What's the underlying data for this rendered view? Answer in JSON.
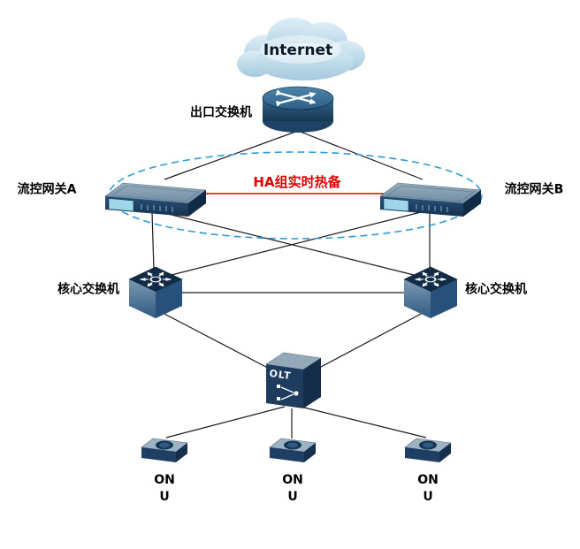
{
  "diagram_title": "network-topology",
  "nodes": {
    "internet": {
      "label": "Internet",
      "type": "cloud"
    },
    "exit_switch": {
      "label": "出口交换机",
      "type": "router"
    },
    "gateway_a": {
      "label": "流控网关A",
      "type": "flow-control-gateway"
    },
    "gateway_b": {
      "label": "流控网关B",
      "type": "flow-control-gateway"
    },
    "core_switch_left": {
      "label": "核心交换机",
      "type": "core-switch"
    },
    "core_switch_right": {
      "label": "核心交换机",
      "type": "core-switch"
    },
    "olt": {
      "label": "OLT",
      "type": "olt"
    },
    "onu_1": {
      "label": "ON\nU",
      "type": "onu"
    },
    "onu_2": {
      "label": "ON\nU",
      "type": "onu"
    },
    "onu_3": {
      "label": "ON\nU",
      "type": "onu"
    }
  },
  "annotations": {
    "ha_link": {
      "label": "HA组实时热备",
      "color": "#e60000"
    },
    "ha_group": {
      "shape": "dashed-ellipse",
      "color": "#2e9bd6"
    }
  },
  "edges": [
    {
      "from": "exit_switch",
      "to": "gateway_a"
    },
    {
      "from": "exit_switch",
      "to": "gateway_b"
    },
    {
      "from": "gateway_a",
      "to": "core_switch_left"
    },
    {
      "from": "gateway_a",
      "to": "core_switch_right"
    },
    {
      "from": "gateway_b",
      "to": "core_switch_right"
    },
    {
      "from": "gateway_b",
      "to": "core_switch_left"
    },
    {
      "from": "core_switch_left",
      "to": "core_switch_right"
    },
    {
      "from": "core_switch_left",
      "to": "olt"
    },
    {
      "from": "core_switch_right",
      "to": "olt"
    },
    {
      "from": "olt",
      "to": "onu_1"
    },
    {
      "from": "olt",
      "to": "onu_2"
    },
    {
      "from": "olt",
      "to": "onu_3"
    },
    {
      "from": "gateway_a",
      "to": "gateway_b",
      "style": "ha-red-line"
    }
  ],
  "colors": {
    "line": "#1b1b1b",
    "device_navy": "#1d3c5e",
    "device_top": "#93a9ba",
    "cloud_fill": "#b9d7e6"
  }
}
